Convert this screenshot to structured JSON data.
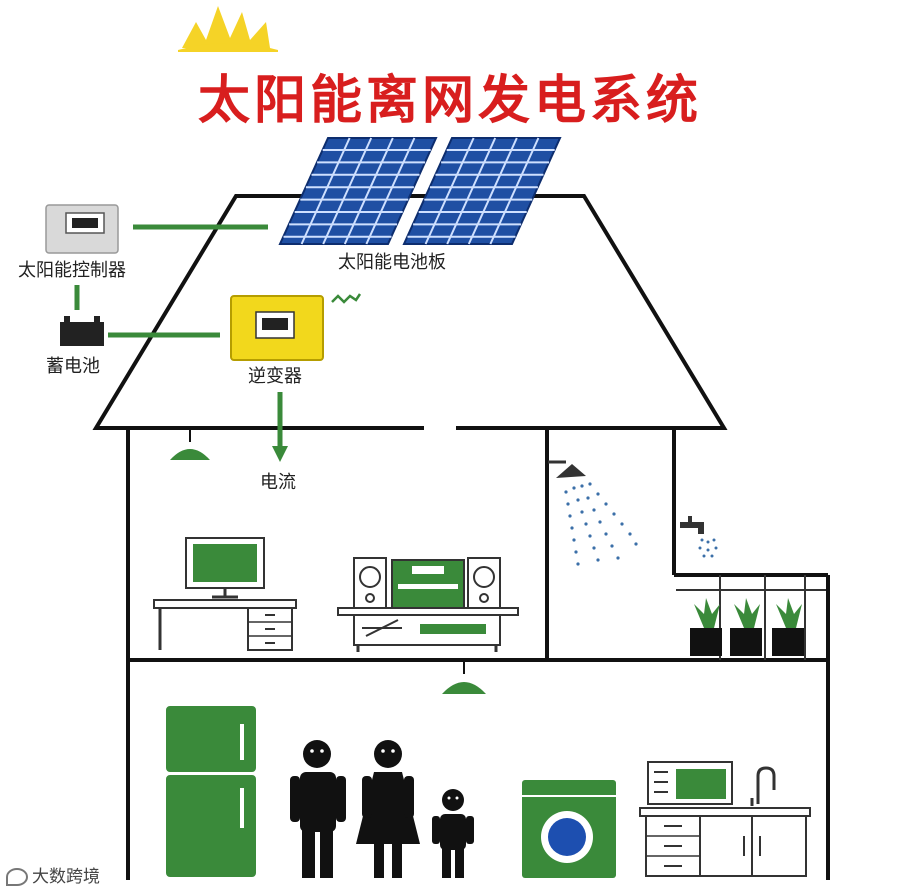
{
  "title": "太阳能离网发电系统",
  "labels": {
    "solar_panel": "太阳能电池板",
    "controller": "太阳能控制器",
    "battery": "蓄电池",
    "inverter": "逆变器",
    "current": "电流"
  },
  "watermark": "大数跨境",
  "colors": {
    "title": "#d81e1e",
    "green": "#3a8a3a",
    "panel_blue": "#1f4fa3",
    "inverter_yellow": "#f2d81c",
    "washer_blue": "#1d4fb0"
  }
}
